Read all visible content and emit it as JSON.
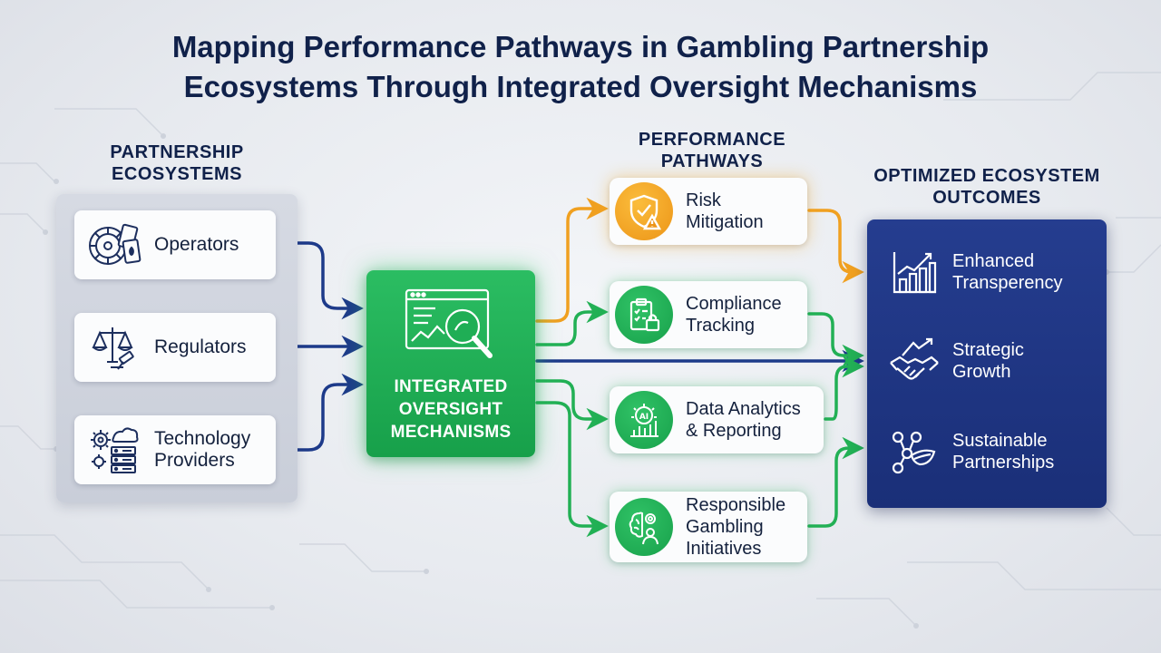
{
  "title": {
    "line1": "Mapping Performance Pathways in Gambling Partnership",
    "line2": "Ecosystems Through Integrated Oversight Mechanisms"
  },
  "sections": {
    "partnership": {
      "line1": "PARTNERSHIP",
      "line2": "ECOSYSTEMS"
    },
    "performance": {
      "line1": "PERFORMANCE",
      "line2": "PATHWAYS"
    },
    "outcomes": {
      "line1": "OPTIMIZED ECOSYSTEM",
      "line2": "OUTCOMES"
    }
  },
  "entities": [
    {
      "line1": "Operators",
      "line2": "",
      "icon": "roulette-cards-icon"
    },
    {
      "line1": "Regulators",
      "line2": "",
      "icon": "scales-gavel-icon"
    },
    {
      "line1": "Technology",
      "line2": "Providers",
      "icon": "gears-server-icon"
    }
  ],
  "hub": {
    "line1": "INTEGRATED",
    "line2": "OVERSIGHT",
    "line3": "MECHANISMS",
    "icon": "dashboard-magnifier-icon"
  },
  "pathways": [
    {
      "line1": "Risk",
      "line2": "Mitigation",
      "line3": "",
      "icon": "shield-warning-icon",
      "color": "#f0a020"
    },
    {
      "line1": "Compliance",
      "line2": "Tracking",
      "line3": "",
      "icon": "clipboard-lock-icon",
      "color": "#22b055"
    },
    {
      "line1": "Data Analytics",
      "line2": "& Reporting",
      "line3": "",
      "icon": "ai-chart-icon",
      "color": "#22b055"
    },
    {
      "line1": "Responsible",
      "line2": "Gambling",
      "line3": "Initiatives",
      "icon": "brain-person-icon",
      "color": "#22b055"
    }
  ],
  "outcomes": [
    {
      "line1": "Enhanced",
      "line2": "Transperency",
      "icon": "growth-chart-icon"
    },
    {
      "line1": "Strategic",
      "line2": "Growth",
      "icon": "handshake-arrow-icon"
    },
    {
      "line1": "Sustainable",
      "line2": "Partnerships",
      "icon": "network-leaf-icon"
    }
  ],
  "colors": {
    "navy": "#1d3a8a",
    "green": "#22b055",
    "orange": "#f0a020",
    "panel_blue": "#1f3583"
  }
}
